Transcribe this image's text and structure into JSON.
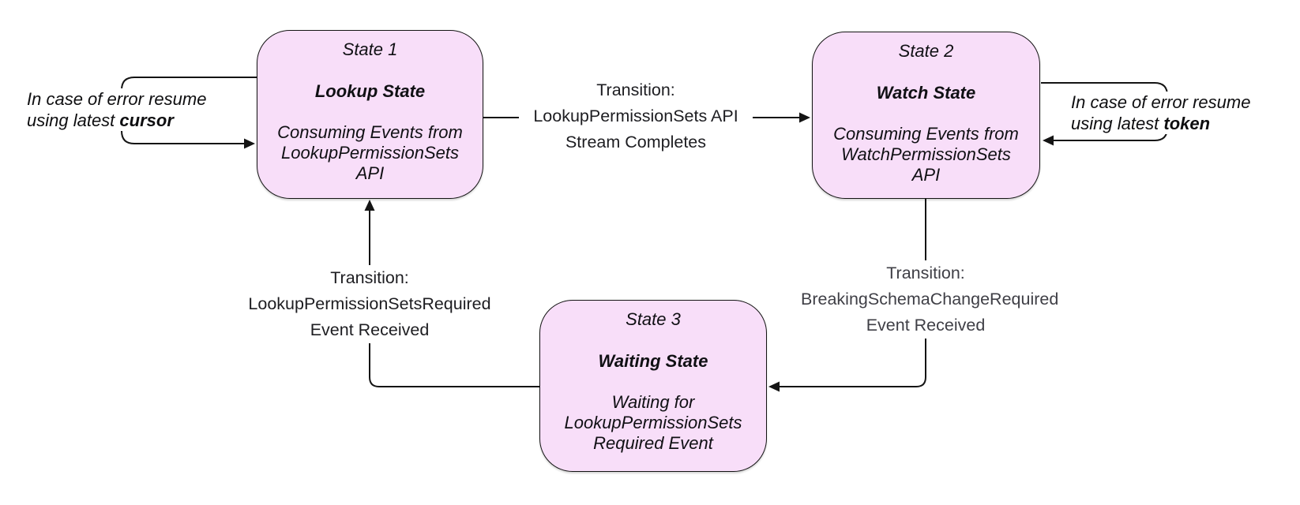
{
  "colors": {
    "state_fill": "#f8def9",
    "state_border": "#141414",
    "connector": "#141414",
    "label_text": "#1d1d21",
    "label_text_muted": "#3f3f46",
    "note_text": "#0e0e10"
  },
  "states": [
    {
      "title": "State 1",
      "name": "Lookup State",
      "desc": [
        "Consuming Events from",
        "LookupPermissionSets",
        "API"
      ]
    },
    {
      "title": "State 2",
      "name": "Watch State",
      "desc": [
        "Consuming Events from",
        "WatchPermissionSets",
        "API"
      ]
    },
    {
      "title": "State 3",
      "name": "Waiting State",
      "desc": [
        "Waiting for",
        "LookupPermissionSets",
        "Required Event"
      ]
    }
  ],
  "transitions": {
    "lookup_to_watch": {
      "lines": [
        "Transition:",
        "LookupPermissionSets API",
        "Stream Completes"
      ]
    },
    "watch_to_waiting": {
      "lines": [
        "Transition:",
        "BreakingSchemaChangeRequired",
        "Event Received"
      ]
    },
    "waiting_to_lookup": {
      "lines": [
        "Transition:",
        "LookupPermissionSetsRequired",
        "Event Received"
      ]
    }
  },
  "loops": [
    {
      "line1": "In case of error resume",
      "line2_prefix": "using latest ",
      "keyword": "cursor"
    },
    {
      "line1": "In case of error resume",
      "line2_prefix": "using latest ",
      "keyword": "token"
    }
  ]
}
